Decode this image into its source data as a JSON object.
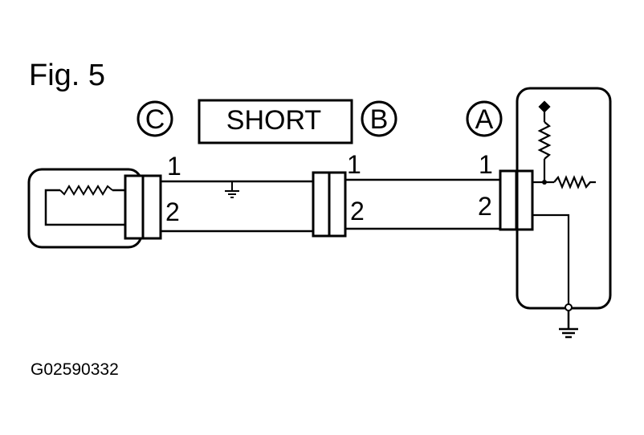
{
  "figure": {
    "title": "Fig. 5",
    "code": "G02590332"
  },
  "diagram": {
    "short_label": "SHORT",
    "connectors": {
      "a": {
        "label": "A",
        "pin1": "1",
        "pin2": "2"
      },
      "b": {
        "label": "B",
        "pin1": "1",
        "pin2": "2"
      },
      "c": {
        "label": "C",
        "pin1": "1",
        "pin2": "2"
      }
    }
  },
  "colors": {
    "ink": "#000000",
    "paper": "#ffffff"
  }
}
